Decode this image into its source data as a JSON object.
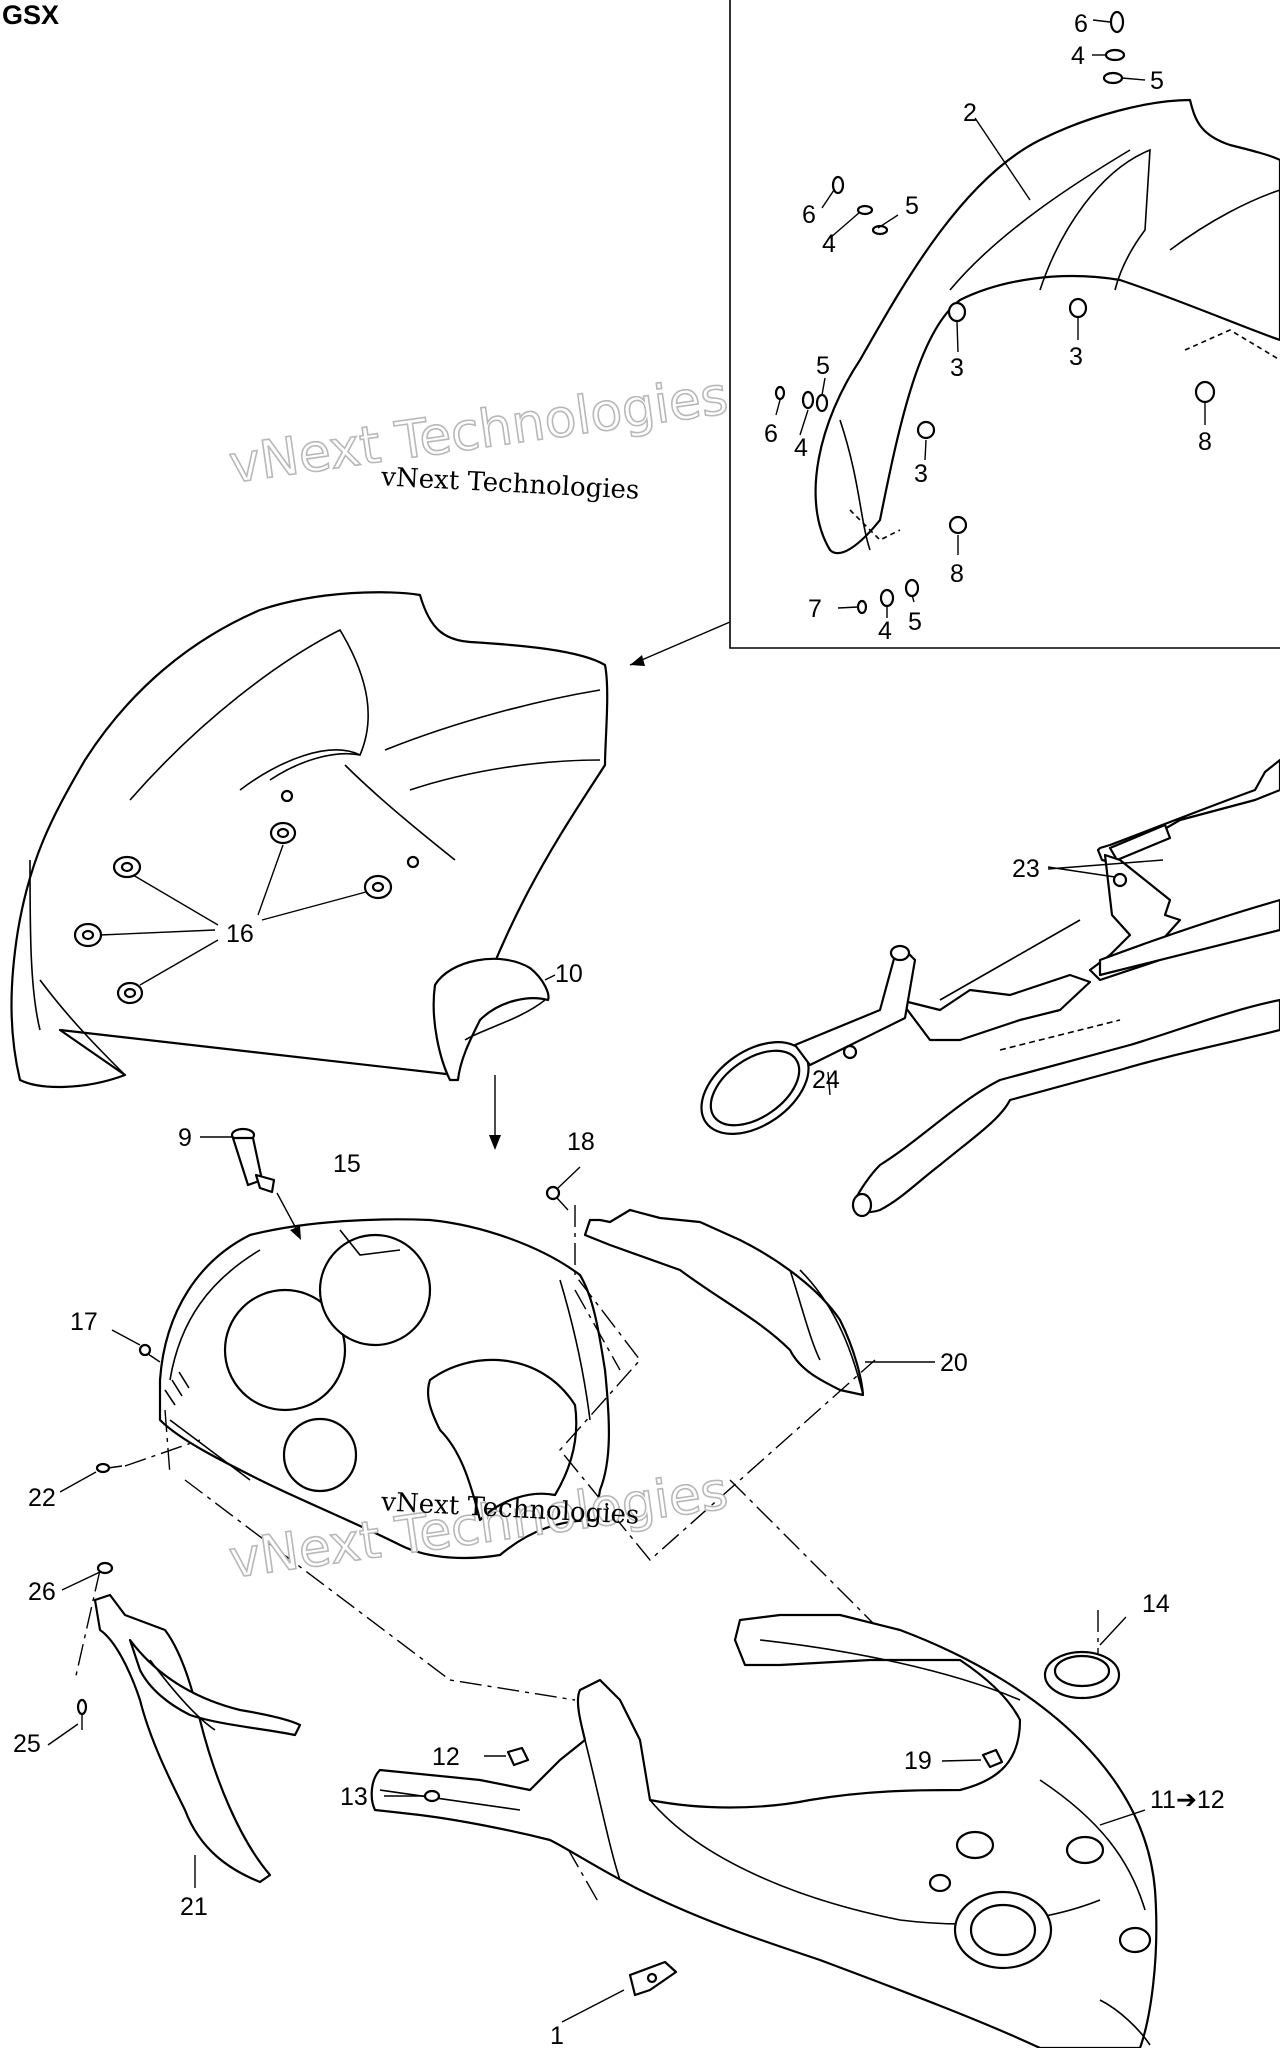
{
  "title": "GSX",
  "watermarks": [
    {
      "small": "vNext Technologies",
      "big": "vNext Technologies"
    },
    {
      "small": "vNext Technologies",
      "big": "vNext Technologies"
    }
  ],
  "callouts": {
    "c1": "1",
    "c2": "2",
    "c3a": "3",
    "c3b": "3",
    "c3c": "3",
    "c4a": "4",
    "c4b": "4",
    "c4c": "4",
    "c4d": "4",
    "c5a": "5",
    "c5b": "5",
    "c5c": "5",
    "c5d": "5",
    "c6a": "6",
    "c6b": "6",
    "c6c": "6",
    "c7": "7",
    "c8a": "8",
    "c8b": "8",
    "c9": "9",
    "c10": "10",
    "c11": "11➔12",
    "c12": "12",
    "c13": "13",
    "c14": "14",
    "c15": "15",
    "c16": "16",
    "c17": "17",
    "c18": "18",
    "c19": "19",
    "c20": "20",
    "c21": "21",
    "c22": "22",
    "c23": "23",
    "c24": "24",
    "c25": "25",
    "c26": "26"
  }
}
